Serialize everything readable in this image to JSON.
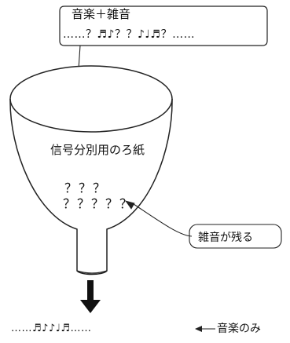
{
  "input_bubble": {
    "line1": "音楽＋雑音",
    "line2": "……？♬♪？？♪♩♬？……"
  },
  "filter": {
    "label": "信号分別用のろ紙",
    "noise_row1": "？？？",
    "noise_row2": "？？？？？"
  },
  "noise_callout": {
    "label": "雑音が残る"
  },
  "output": {
    "sequence": "……♬♪♪♩♬……",
    "label": "音楽のみ"
  }
}
